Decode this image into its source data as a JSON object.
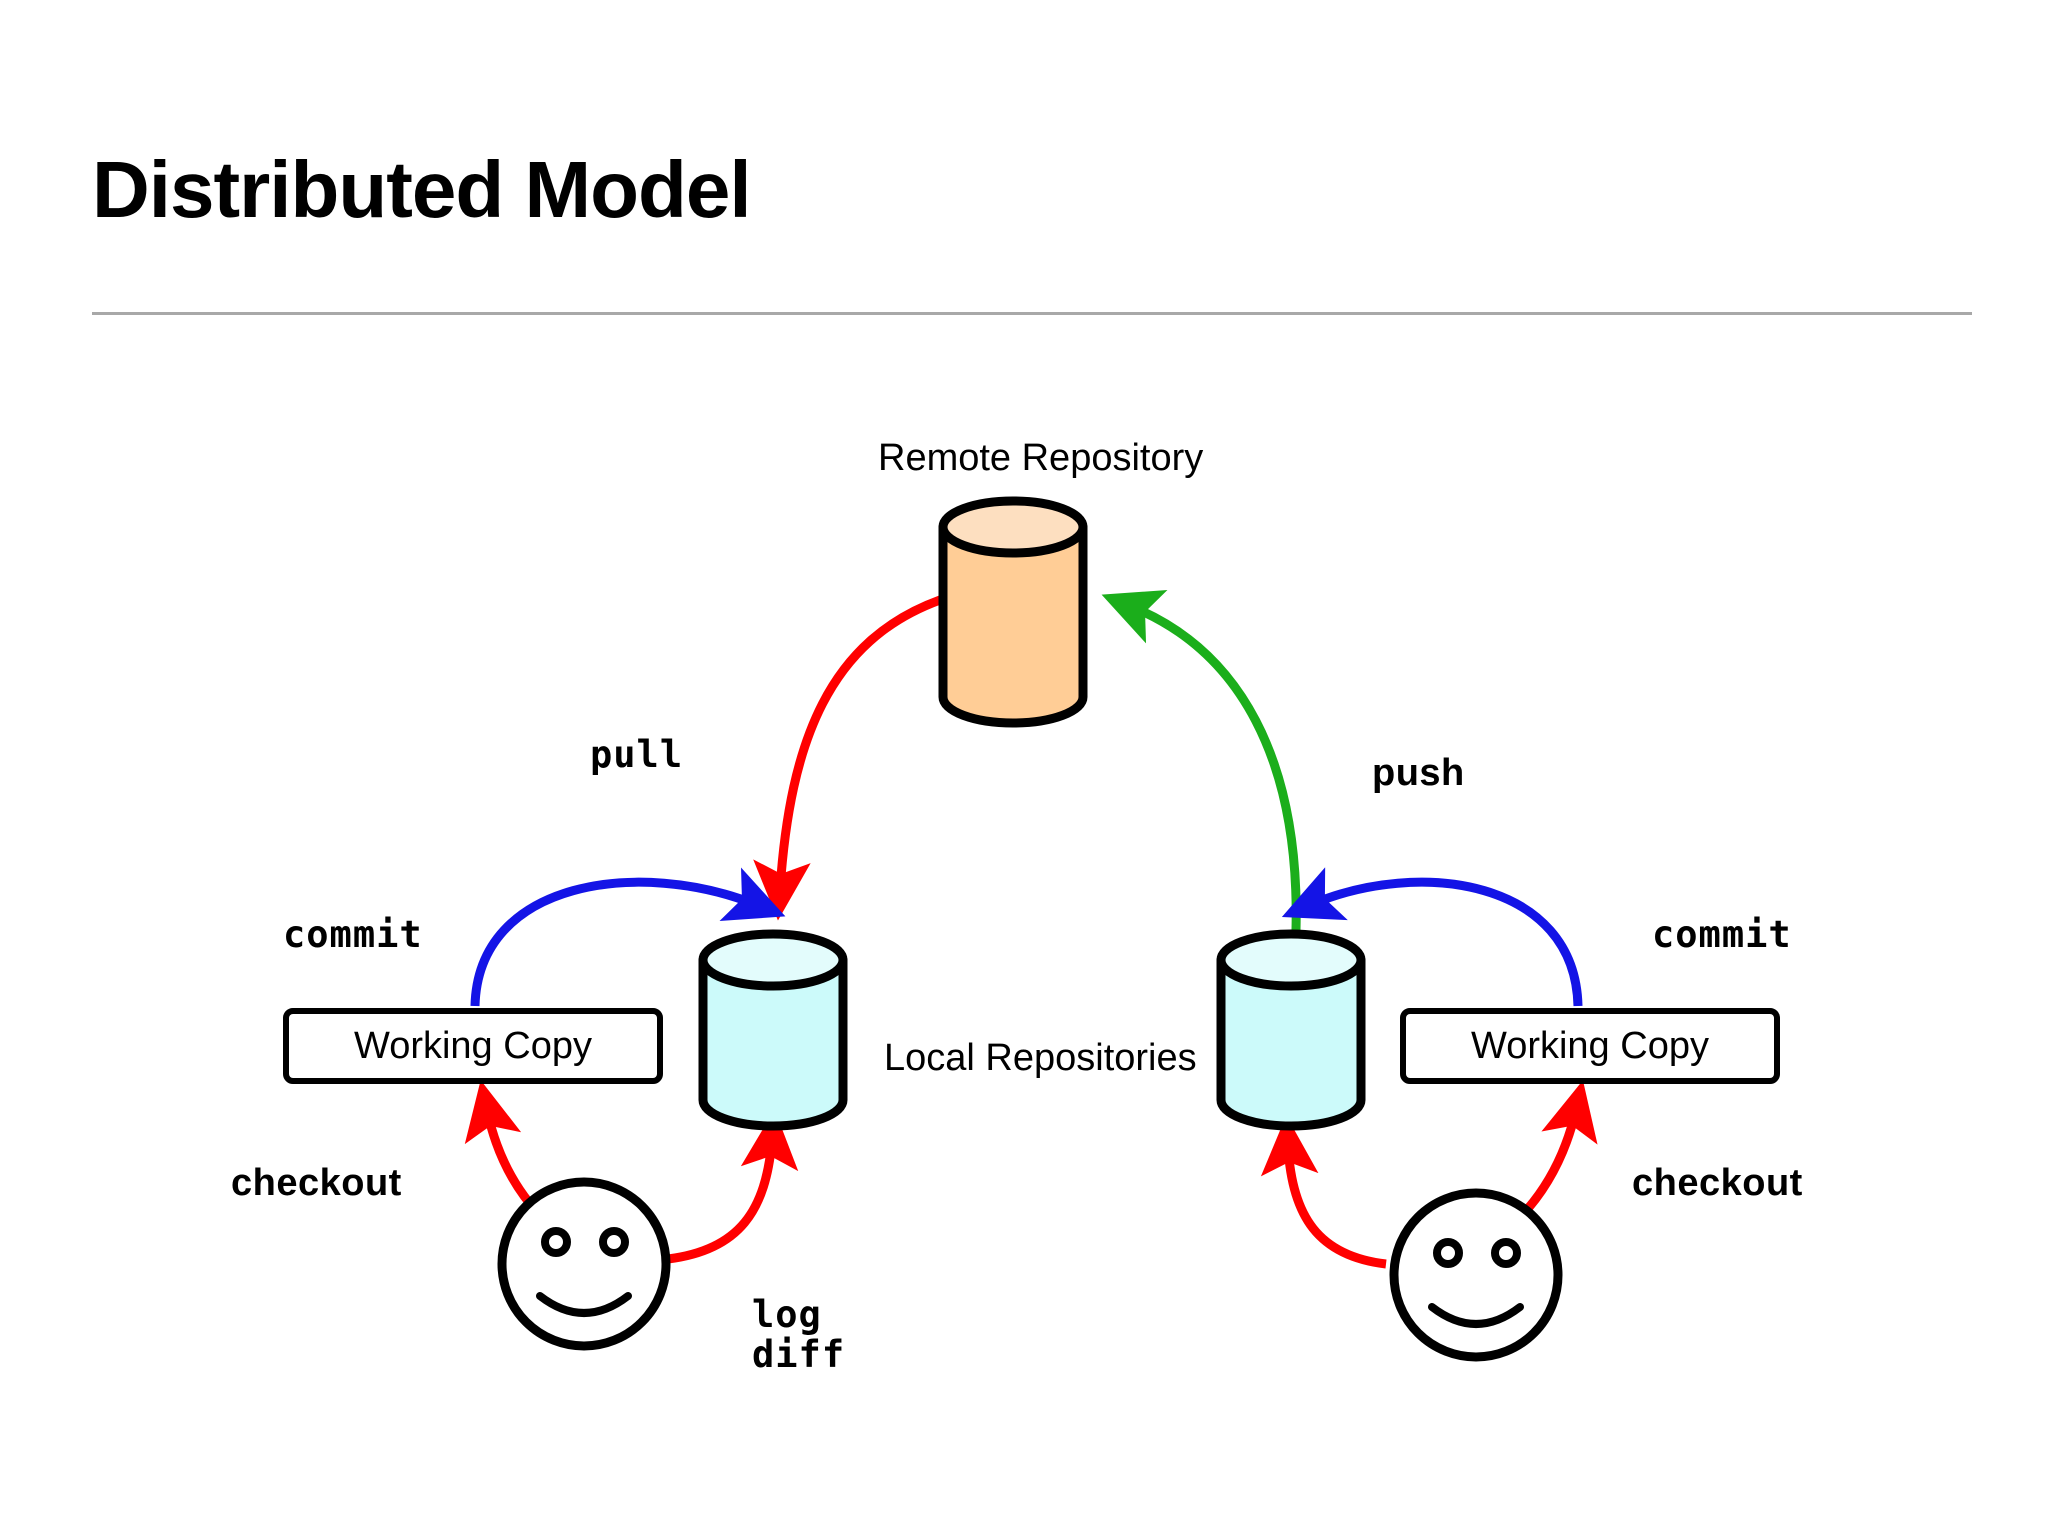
{
  "slide": {
    "title": "Distributed Model",
    "background": "#FFFFFF"
  },
  "diagram": {
    "type": "flow-diagram",
    "nodes": {
      "remote_repository": {
        "label": "Remote Repository",
        "shape": "cylinder",
        "fill": "#FFCD96",
        "top_fill": "#FDDFC0",
        "stroke": "#000000"
      },
      "local_repositories": {
        "label": "Local Repositories",
        "shape": "cylinder",
        "fill": "#CCFAFA",
        "top_fill": "#E3FCFC",
        "stroke": "#000000",
        "count": 2
      },
      "working_copy_left": {
        "label": "Working Copy",
        "shape": "rounded-rect",
        "fill": "#FFFFFF",
        "stroke": "#000000"
      },
      "working_copy_right": {
        "label": "Working Copy",
        "shape": "rounded-rect",
        "fill": "#FFFFFF",
        "stroke": "#000000"
      },
      "developer_left": {
        "label": "smiley-face",
        "shape": "circle",
        "stroke": "#000000"
      },
      "developer_right": {
        "label": "smiley-face",
        "shape": "circle",
        "stroke": "#000000"
      }
    },
    "edges": [
      {
        "id": "pull",
        "label": "pull",
        "color": "#FF0000",
        "from": "remote_repository",
        "to": "local_repository_left"
      },
      {
        "id": "push",
        "label": "push",
        "color": "#1BAE1B",
        "from": "local_repository_right",
        "to": "remote_repository"
      },
      {
        "id": "commit-left",
        "label": "commit",
        "color": "#1414E6",
        "from": "working_copy_left",
        "to": "local_repository_left"
      },
      {
        "id": "commit-right",
        "label": "commit",
        "color": "#1414E6",
        "from": "working_copy_right",
        "to": "local_repository_right"
      },
      {
        "id": "checkout-left",
        "label": "checkout",
        "color": "#FF0000",
        "from": "developer_left",
        "to": "working_copy_left"
      },
      {
        "id": "checkout-right",
        "label": "checkout",
        "color": "#FF0000",
        "from": "developer_right",
        "to": "working_copy_right"
      },
      {
        "id": "logdiff-left",
        "label": "log\ndiff",
        "color": "#FF0000",
        "from": "developer_left",
        "to": "local_repository_left"
      },
      {
        "id": "logdiff-right",
        "label": "",
        "color": "#FF0000",
        "from": "developer_right",
        "to": "local_repository_right"
      }
    ],
    "labels": {
      "remote_repository": "Remote Repository",
      "local_repositories": "Local Repositories",
      "working_copy": "Working Copy",
      "pull": "pull",
      "push": "push",
      "commit_left": "commit",
      "commit_right": "commit",
      "checkout_left": "checkout",
      "checkout_right": "checkout",
      "log": "log",
      "diff": "diff"
    }
  },
  "colors": {
    "red_arrow": "#FF0000",
    "green_arrow": "#1BAE1B",
    "blue_arrow": "#1414E6",
    "remote_fill": "#FFCD96",
    "local_fill": "#CCFAFA",
    "rule": "#A8A8A8",
    "text": "#000000"
  }
}
